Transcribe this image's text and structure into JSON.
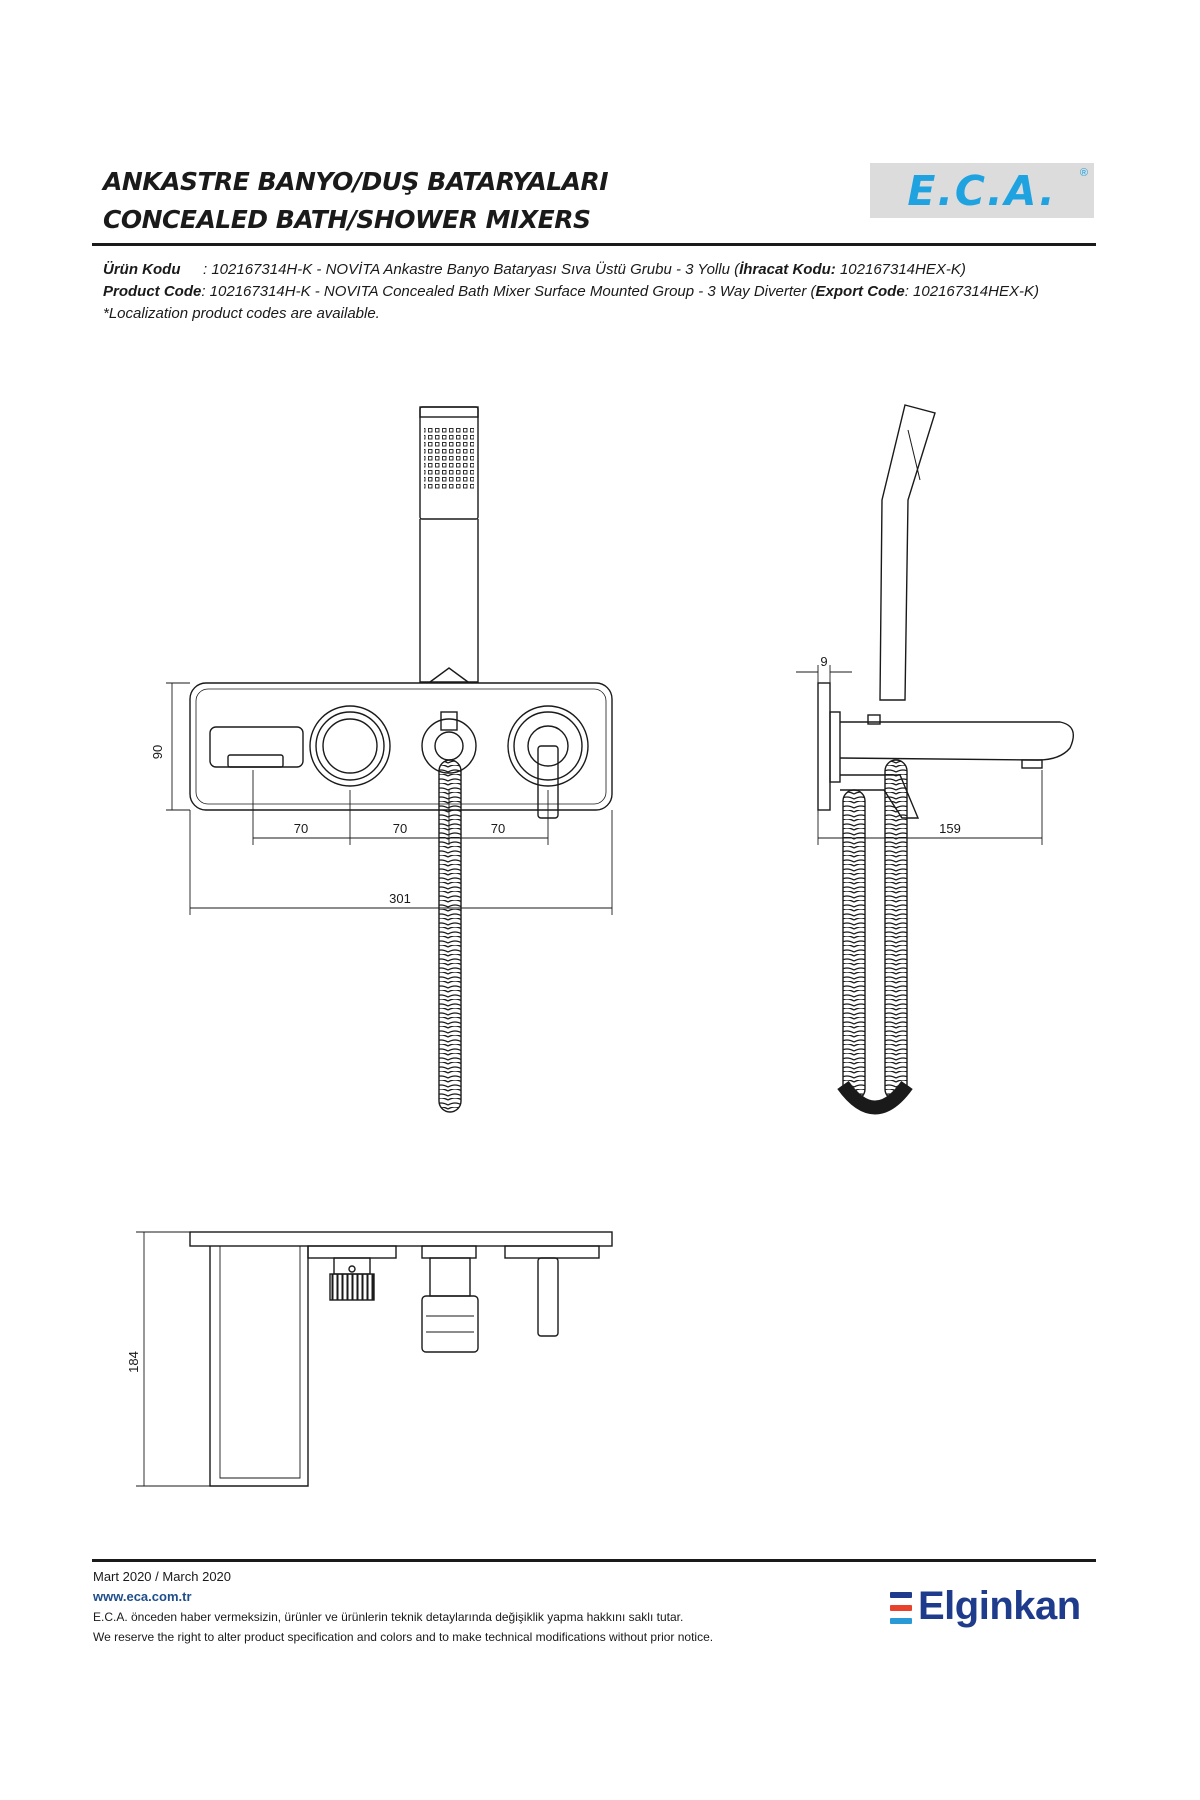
{
  "header": {
    "title_tr": "ANKASTRE BANYO/DUŞ BATARYALARI",
    "title_en": "CONCEALED BATH/SHOWER MIXERS",
    "logo_text": "E.C.A.",
    "logo_reg": "®",
    "logo_color": "#1ea2e0"
  },
  "info": {
    "tr_label": "Ürün Kodu",
    "tr_text": ": 102167314H-K - NOVİTA Ankastre Banyo Bataryası Sıva Üstü Grubu - 3 Yollu (",
    "tr_export_label": "İhracat Kodu:",
    "tr_export_value": " 102167314HEX-K)",
    "en_label": "Product Code",
    "en_text": ": 102167314H-K - NOVITA Concealed Bath Mixer Surface Mounted Group - 3 Way Diverter (",
    "en_export_label": "Export Code",
    "en_export_value": ": 102167314HEX-K)",
    "note": "*Localization product codes are available."
  },
  "dimensions": {
    "height_front": "90",
    "spacing_1": "70",
    "spacing_2": "70",
    "spacing_3": "70",
    "width_total": "301",
    "wall_gap": "9",
    "spout_projection": "159",
    "depth_top": "184"
  },
  "footer": {
    "date": "Mart 2020 / March 2020",
    "website": "www.eca.com.tr",
    "disclaimer_tr": "E.C.A. önceden haber vermeksizin, ürünler ve ürünlerin teknik detaylarında değişiklik yapma hakkını saklı tutar.",
    "disclaimer_en": "We reserve the right to alter product specification and colors and to make technical modifications without prior notice.",
    "brand_name": "Elginkan",
    "brand_colors": [
      "#1f3c8c",
      "#e8412c",
      "#2a9ad6"
    ]
  }
}
